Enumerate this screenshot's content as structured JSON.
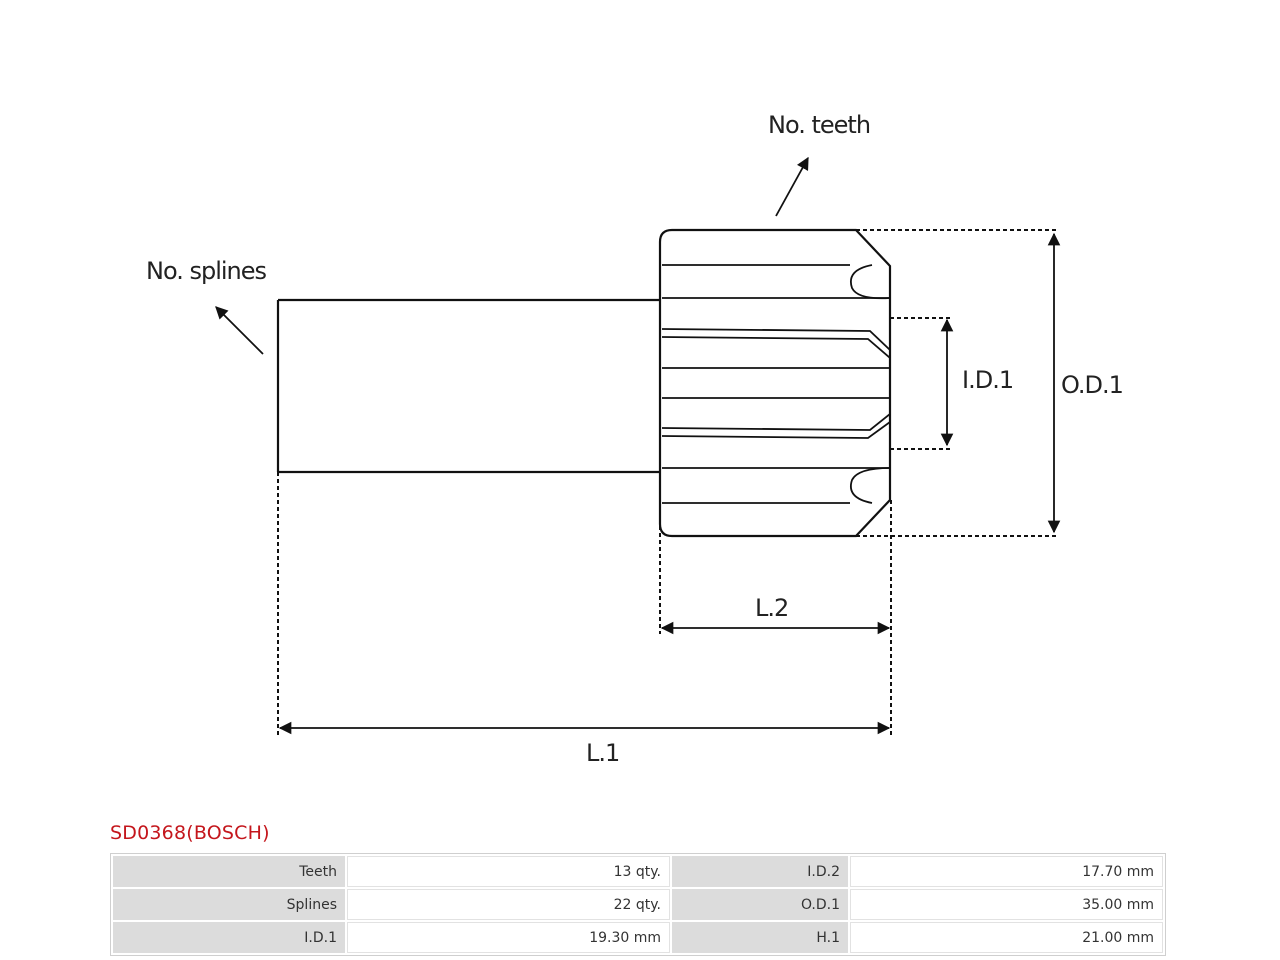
{
  "diagram": {
    "labels": {
      "teeth": "No. teeth",
      "splines": "No. splines",
      "id1": "I.D.1",
      "od1": "O.D.1",
      "l2": "L.2",
      "l1": "L.1"
    }
  },
  "part": {
    "title": "SD0368(BOSCH)"
  },
  "specs": {
    "rows": [
      {
        "label1": "Teeth",
        "value1": "13 qty.",
        "label2": "I.D.2",
        "value2": "17.70 mm"
      },
      {
        "label1": "Splines",
        "value1": "22 qty.",
        "label2": "O.D.1",
        "value2": "35.00 mm"
      },
      {
        "label1": "I.D.1",
        "value1": "19.30 mm",
        "label2": "H.1",
        "value2": "21.00 mm"
      }
    ]
  }
}
